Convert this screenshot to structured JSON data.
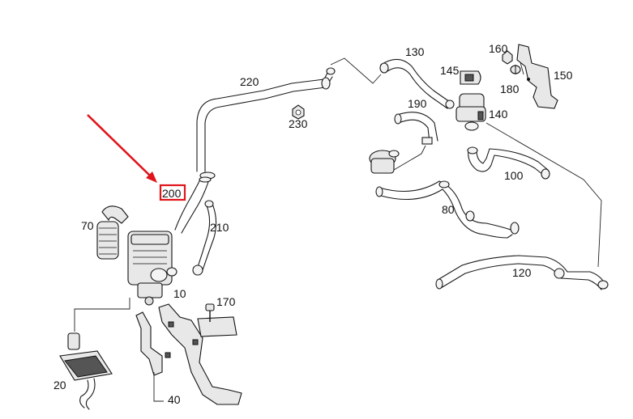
{
  "diagram": {
    "callouts": [
      "220",
      "130",
      "160",
      "145",
      "150",
      "180",
      "190",
      "140",
      "230",
      "100",
      "80",
      "200",
      "210",
      "70",
      "120",
      "10",
      "170",
      "20",
      "40"
    ],
    "highlighted_callout": "200",
    "colors": {
      "highlight": "#e0141b",
      "line": "#1a1a1a",
      "background": "#ffffff"
    }
  }
}
